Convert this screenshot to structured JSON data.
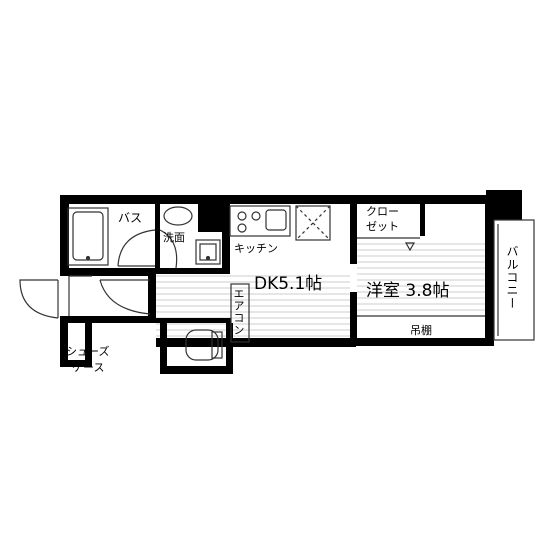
{
  "labels": {
    "bath": "バス",
    "washroom": "洗面",
    "kitchen": "キッチン",
    "closet_line1": "クロー",
    "closet_line2": "ゼット",
    "dk": "DK5.1帖",
    "western_room": "洋室 3.8帖",
    "aircon": "エアコン",
    "shelf": "吊棚",
    "balcony": "バルコニー",
    "shoes_line1": "シューズ",
    "shoes_line2": "ケース"
  },
  "colors": {
    "wall": "#000000",
    "line": "#333333",
    "background": "#ffffff"
  }
}
